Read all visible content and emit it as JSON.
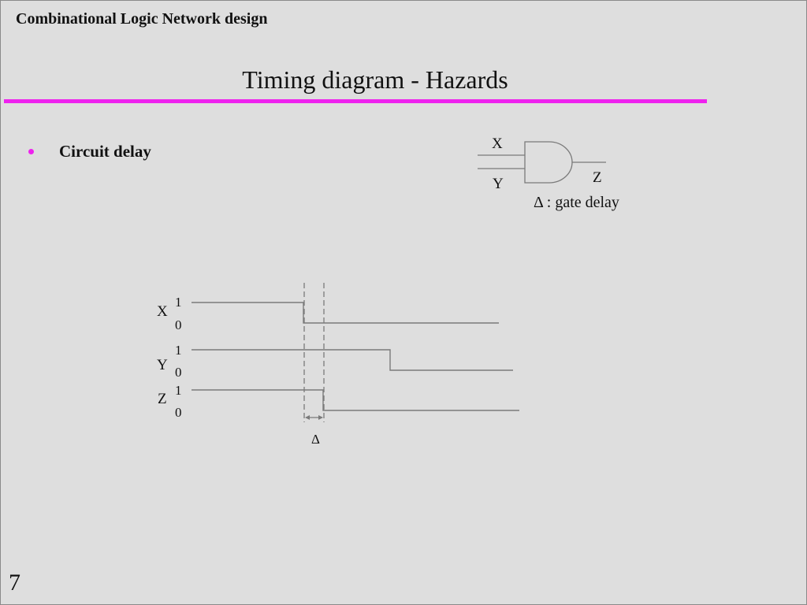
{
  "slide": {
    "header": "Combinational Logic Network design",
    "title": "Timing diagram - Hazards",
    "bullet": "Circuit delay",
    "page_number": "7",
    "accent_color": "#ee22ee"
  },
  "gate": {
    "type": "AND",
    "input_a": "X",
    "input_b": "Y",
    "output": "Z",
    "caption": "Δ : gate delay"
  },
  "timing": {
    "high_label": "1",
    "low_label": "0",
    "delay_symbol": "Δ",
    "signals": [
      {
        "name": "X"
      },
      {
        "name": "Y"
      },
      {
        "name": "Z"
      }
    ]
  }
}
